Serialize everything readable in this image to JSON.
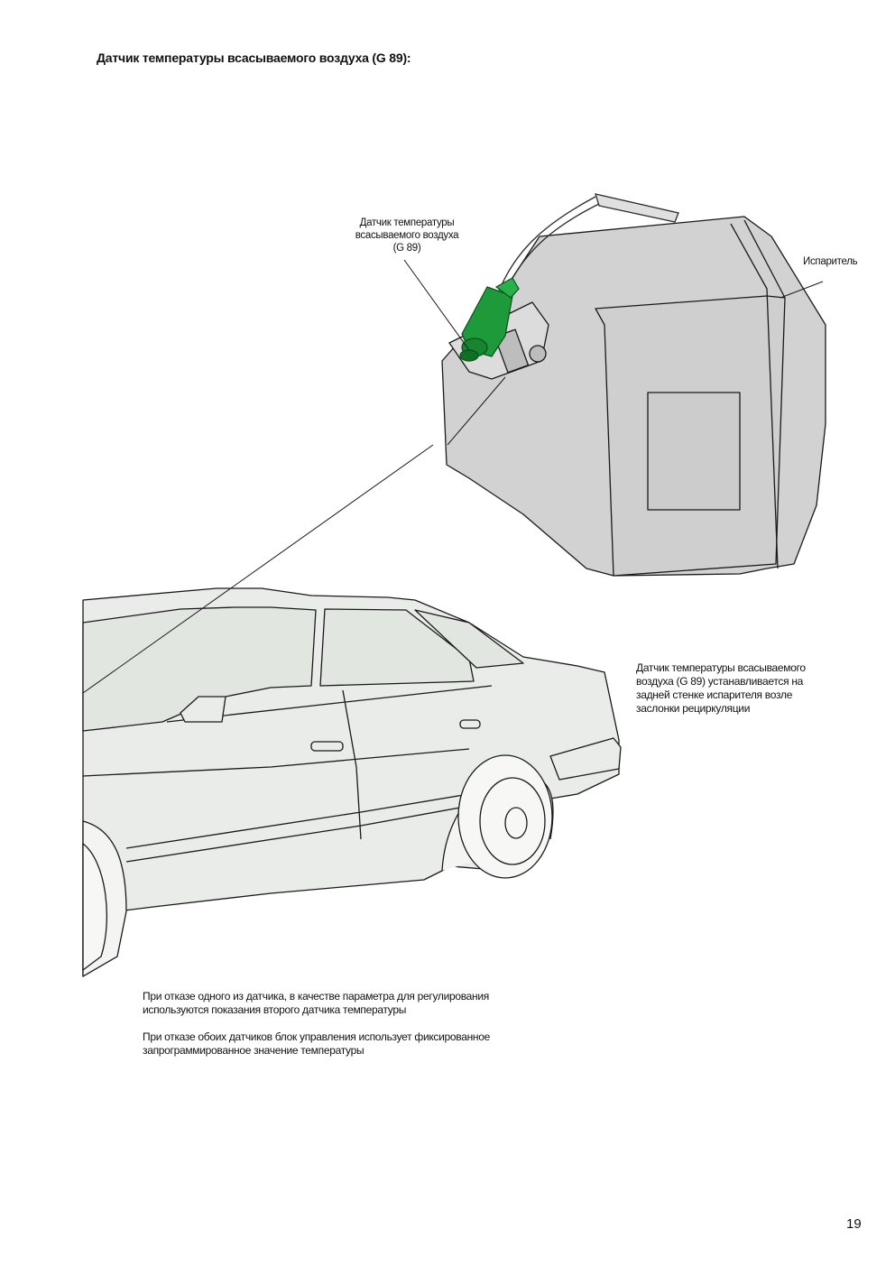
{
  "title": "Датчик температуры всасываемого воздуха (G 89):",
  "callouts": {
    "sensor": [
      "Датчик температуры",
      "всасываемого воздуха",
      "(G 89)"
    ],
    "evaporator": "Испаритель"
  },
  "side_note": [
    "Датчик температуры всасываемого",
    "воздуха (G 89) устанавливается на",
    "задней стенке испарителя возле",
    "заслонки рециркуляции"
  ],
  "notes": [
    [
      "При отказе одного из датчика, в качестве параметра для регулирования",
      "используются показания второго датчика температуры"
    ],
    [
      "При отказе обоих датчиков блок управления использует фиксированное",
      "запрограммированное значение температуры"
    ]
  ],
  "page_number": "19",
  "colors": {
    "car_fill": "#e9ece8",
    "evaporator_fill": "#d2d2d2",
    "sensor": "#1e9a3a",
    "line": "#1a1a1a"
  }
}
